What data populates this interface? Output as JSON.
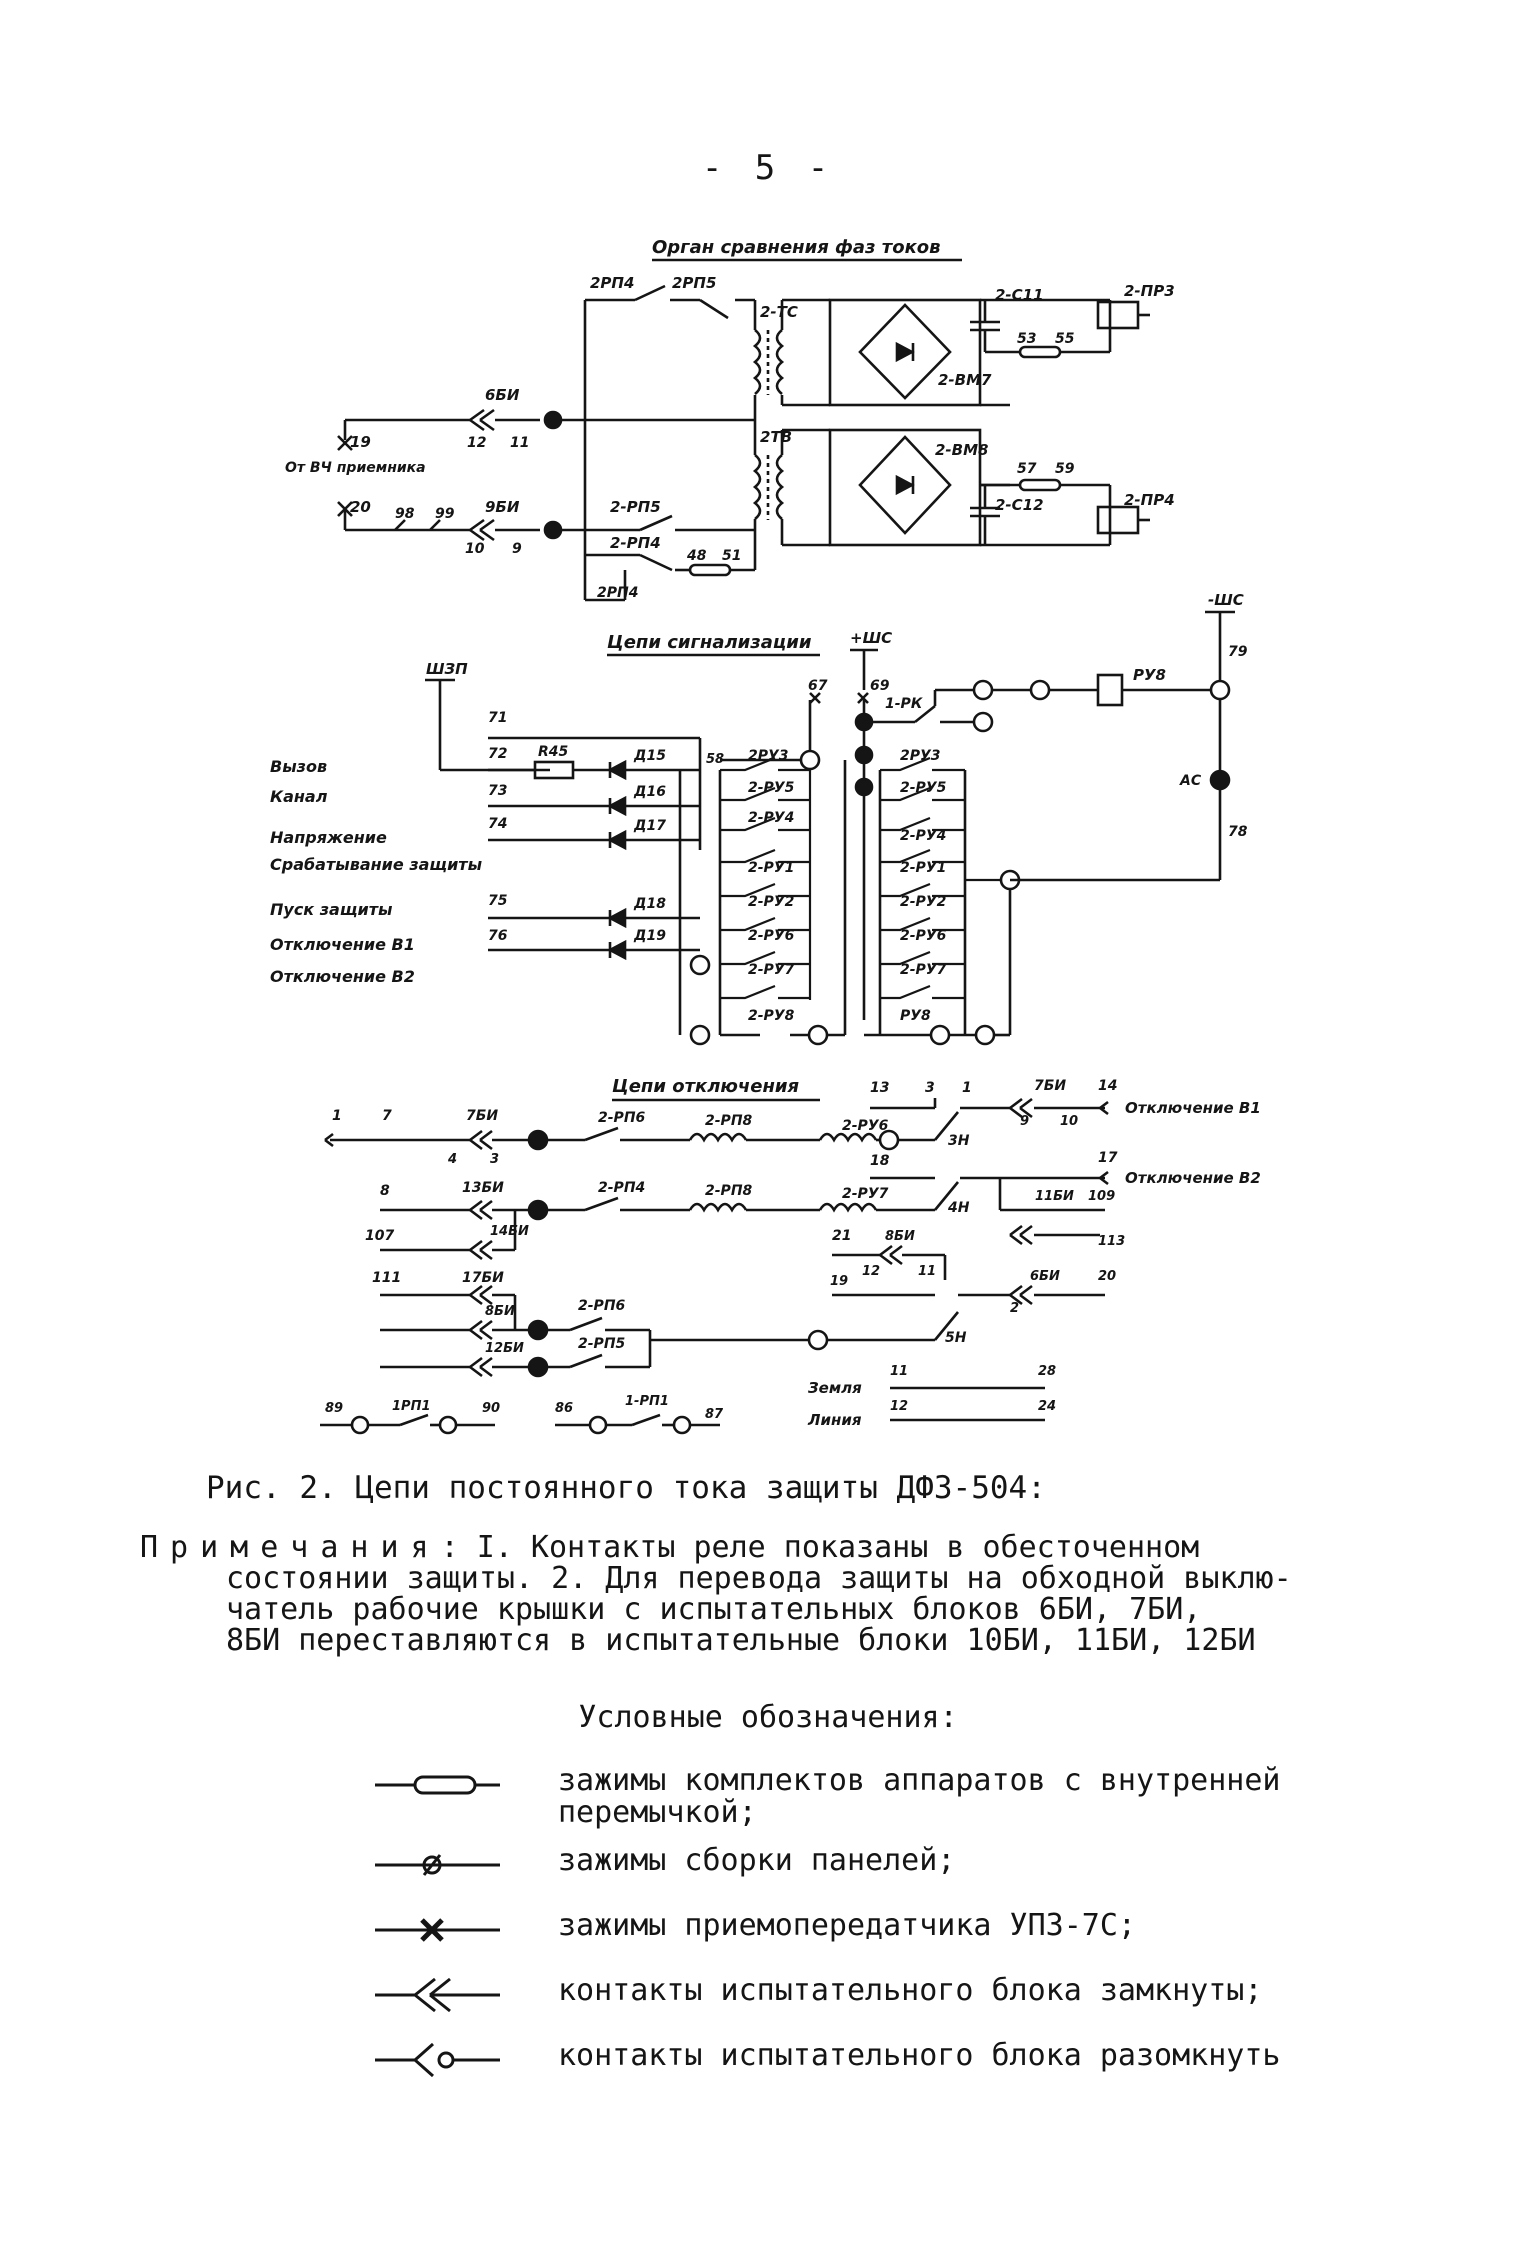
{
  "page_number": "- 5 -",
  "diagram": {
    "section_titles": {
      "phase_comparison": "Орган сравнения фаз токов",
      "signaling": "Цепи сигнализации",
      "tripping": "Цепи отключения"
    },
    "phase_comparison_labels": {
      "rp4_top": "2РП4",
      "rp5_top": "2РП5",
      "tc": "2-ТС",
      "c11": "2-С11",
      "pr3": "2-ПР3",
      "t53": "53",
      "t55": "55",
      "vm7": "2-ВМ7",
      "tb": "2ТВ",
      "vm8": "2-ВМ8",
      "t57": "57",
      "t59": "59",
      "c12": "2-С12",
      "pr4": "2-ПР4",
      "rp5": "2-РП5",
      "rp4": "2-РП4",
      "t48": "48",
      "t51": "51",
      "rp4b": "2РП4",
      "bi6": "6БИ",
      "t12": "12",
      "t11": "11",
      "x19": "19",
      "from_hf": "От ВЧ приемника",
      "x20": "20",
      "t98": "98",
      "t99": "99",
      "bi9": "9БИ",
      "t10": "10",
      "t9": "9"
    },
    "signaling_labels": {
      "shzp": "ШЗП",
      "plus_shs": "+ШС",
      "minus_shs": "-ШС",
      "t67": "67",
      "t69": "69",
      "rk1": "1-РК",
      "ru8": "РУ8",
      "t79": "79",
      "ac": "АС",
      "t78": "78",
      "t71": "71",
      "t72": "72",
      "t73": "73",
      "t74": "74",
      "t75": "75",
      "t76": "76",
      "r45": "R45",
      "d15": "Д15",
      "d16": "Д16",
      "d17": "Д17",
      "d18": "Д18",
      "d19": "Д19",
      "t58": "58",
      "relays_left": [
        "2РУ3",
        "2-РУ5",
        "2-РУ4",
        "2-РУ1",
        "2-РУ2",
        "2-РУ6",
        "2-РУ7",
        "2-РУ8"
      ],
      "relays_right": [
        "2РУ3",
        "2-РУ5",
        "2-РУ4",
        "2-РУ1",
        "2-РУ2",
        "2-РУ6",
        "2-РУ7",
        "РУ8"
      ],
      "signals": [
        "Вызов",
        "Канал",
        "Напряжение",
        "Срабатывание защиты",
        "Пуск защиты",
        "Отключение В1",
        "Отключение В2"
      ]
    },
    "tripping_labels": {
      "t1": "1",
      "t7": "7",
      "bi7": "7БИ",
      "t4": "4",
      "t3": "3",
      "rp6": "2-РП6",
      "rp8": "2-РП8",
      "ru6": "2-РУ6",
      "t13": "13",
      "t3b": "3",
      "t1b": "1",
      "h3": "3Н",
      "bi7b": "7БИ",
      "t14": "14",
      "t9": "9",
      "t10": "10",
      "trip_b1": "Отключение В1",
      "t8": "8",
      "bi13": "13БИ",
      "t107": "107",
      "bi14": "14БИ",
      "rp4": "2-РП4",
      "rp8b": "2-РП8",
      "ru7": "2-РУ7",
      "t18": "18",
      "t17": "17",
      "h4": "4Н",
      "bi11": "11БИ",
      "t109": "109",
      "trip_b2": "Отключение В2",
      "t21": "21",
      "bi8": "8БИ",
      "t113": "113",
      "t12": "12",
      "t11": "11",
      "t19": "19",
      "t111": "111",
      "bi17": "17БИ",
      "bi8b": "8БИ",
      "rp6b": "2-РП6",
      "rp5": "2-РП5",
      "bi12": "12БИ",
      "t20": "20",
      "h5": "5Н",
      "bi6": "6БИ",
      "t2": "2",
      "earth": "Земля",
      "line": "Линия",
      "t11e": "11",
      "t28": "28",
      "t12l": "12",
      "t24": "24",
      "t89": "89",
      "rp1a": "1РП1",
      "t90": "90",
      "t86": "86",
      "rp1b": "1-РП1",
      "t87": "87"
    }
  },
  "caption": "Рис. 2. Цепи постоянного тока защиты ДФЗ-504:",
  "notes": {
    "lead": "Примечания",
    "line1": ": I. Контакты реле показаны в обесточенном",
    "line2": "состоянии защиты. 2. Для перевода защиты на обходной выклю-",
    "line3": "чатель рабочие крышки с испытательных блоков 6БИ, 7БИ,",
    "line4": "8БИ переставляются в испытательные блоки 10БИ, 11БИ, 12БИ"
  },
  "legend": {
    "title": "Условные обозначения:",
    "items": [
      {
        "icon": "terminal-jumper-icon",
        "text": "зажимы комплектов аппаратов с внутренней перемычкой;"
      },
      {
        "icon": "panel-terminal-icon",
        "text": "зажимы сборки панелей;"
      },
      {
        "icon": "transceiver-terminal-icon",
        "text": "зажимы приемопередатчика УПЗ-7С;"
      },
      {
        "icon": "test-block-closed-icon",
        "text": "контакты испытательного блока замкнуты;"
      },
      {
        "icon": "test-block-open-icon",
        "text": "контакты испытательного блока разомкнуть"
      }
    ]
  }
}
